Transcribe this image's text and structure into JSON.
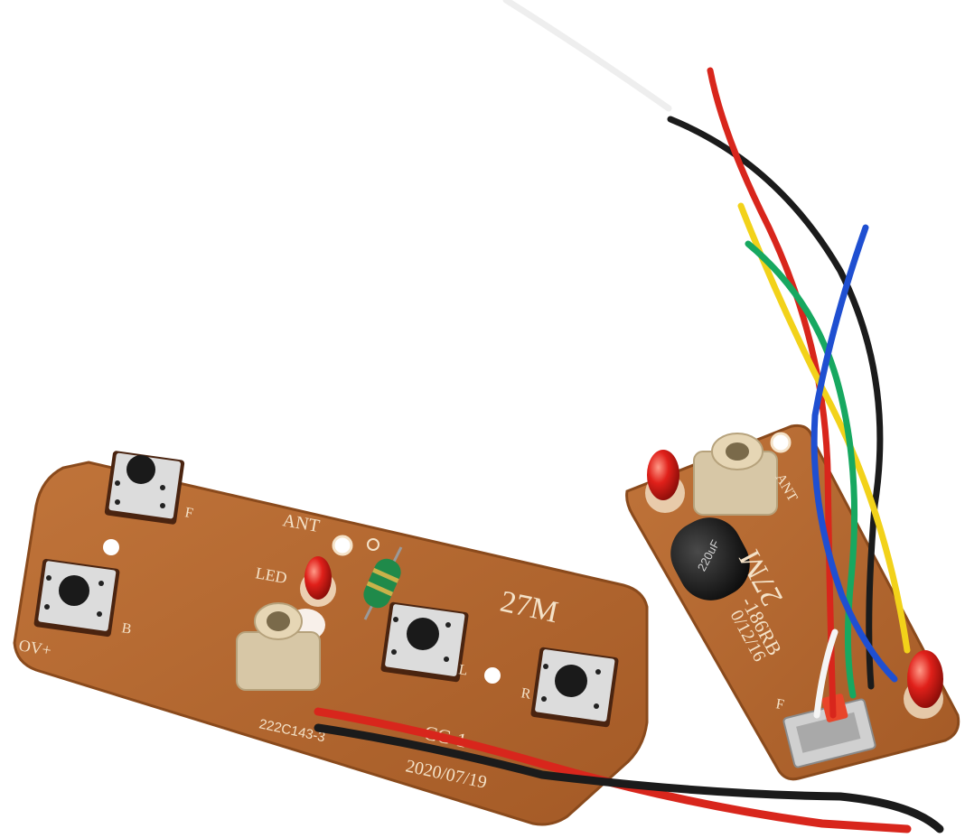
{
  "image": {
    "subject": "27 MHz RC transmitter and receiver PCB boards with wires",
    "colors": {
      "background": "#ffffff",
      "pcb": "#b5682f",
      "pcb_edge": "#8a4a1c",
      "silkscreen": "#f4e2c8",
      "button_body": "#d9d9d9",
      "button_cap": "#1a1a1a",
      "led": "#e0201a",
      "wire_red": "#d8261c",
      "wire_black": "#1b1b1b",
      "wire_yellow": "#f2d21a",
      "wire_green": "#17a860",
      "wire_blue": "#1f4fd1",
      "wire_white": "#f5f5f5"
    }
  },
  "left_board": {
    "freq_label": "27M",
    "ant_label": "ANT",
    "led_label": "LED",
    "button_f_label": "F",
    "button_b_label": "B",
    "button_l_label": "L",
    "button_r_label": "R",
    "power_label": "OV+",
    "part_code": "222C143-3",
    "date_code": "2020/07/19",
    "model_partial": "CC-1"
  },
  "right_board": {
    "freq_label": "27M",
    "ant_label": "ANT",
    "part_code": "-186RB",
    "date_partial": "0/12/16",
    "cap_label": "220uF",
    "f_label": "F"
  }
}
